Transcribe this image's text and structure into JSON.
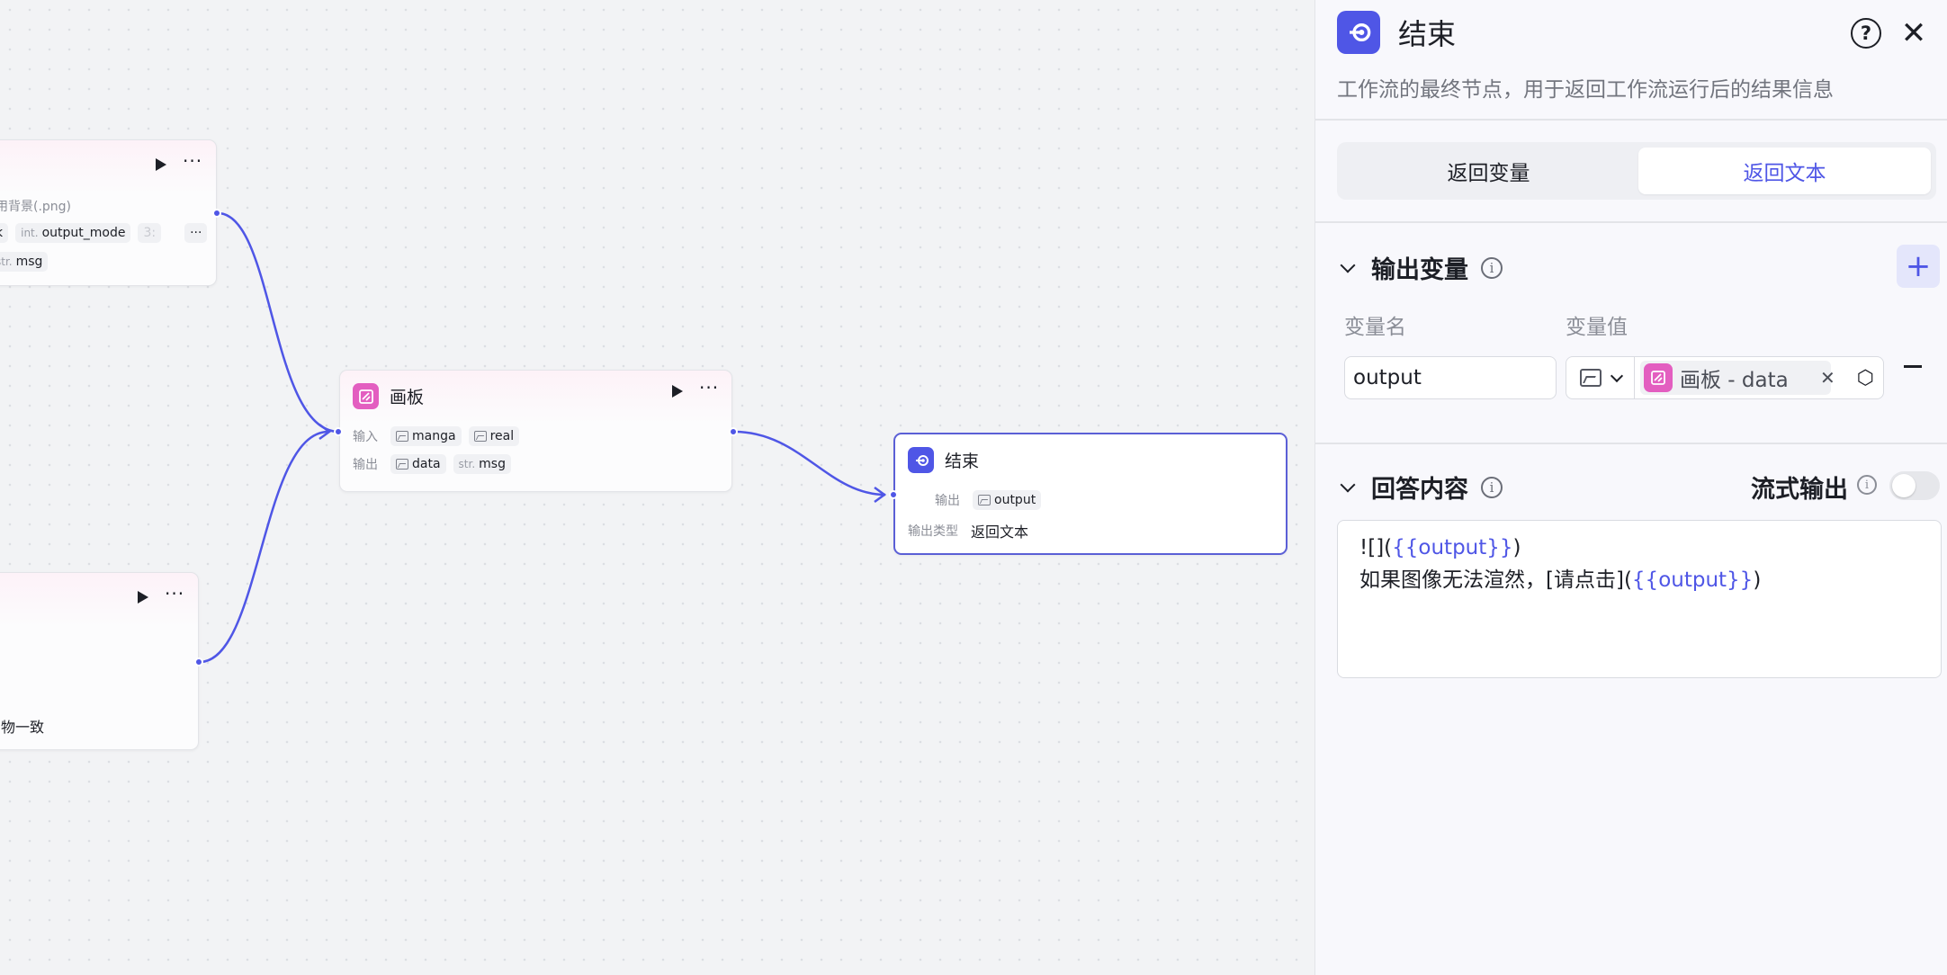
{
  "canvas": {
    "node_top": {
      "partial_desc": "用背景(.png)",
      "row1": {
        "tag1": "k",
        "tag2_prefix": "int.",
        "tag2": "output_mode",
        "tag3_faded": "3:"
      },
      "row2": {
        "prefix": "str.",
        "value": "msg"
      }
    },
    "node_bottom": {
      "partial_desc": "物一致"
    },
    "node_board": {
      "title": "画板",
      "input_label": "输入",
      "inputs": [
        "manga",
        "real"
      ],
      "output_label": "输出",
      "output_data": "data",
      "output_msg_prefix": "str.",
      "output_msg": "msg"
    },
    "node_end": {
      "title": "结束",
      "output_label": "输出",
      "output_value": "output",
      "type_label": "输出类型",
      "type_value": "返回文本"
    },
    "colors": {
      "accent": "#4f56e6",
      "board_icon": "#e35ec0"
    }
  },
  "panel": {
    "title": "结束",
    "description": "工作流的最终节点，用于返回工作流运行后的结果信息",
    "tabs": [
      {
        "label": "返回变量",
        "active": false
      },
      {
        "label": "返回文本",
        "active": true
      }
    ],
    "output_section": {
      "title": "输出变量",
      "col_name": "变量名",
      "col_value": "变量值",
      "var_name": "output",
      "ref_node": "画板",
      "ref_sep": " - ",
      "ref_field": "data",
      "icons": [
        "image-icon",
        "chevron-down-icon",
        "close-icon",
        "hexagon-icon",
        "minus-icon",
        "plus-icon"
      ]
    },
    "answer_section": {
      "title": "回答内容",
      "stream_label": "流式输出",
      "stream_enabled": false,
      "line1_prefix": "![](",
      "line1_var": "{{output}}",
      "line1_suffix": ")",
      "line2_prefix": "如果图像无法渲然，[请点击](",
      "line2_var": "{{output}}",
      "line2_suffix": ")"
    }
  }
}
